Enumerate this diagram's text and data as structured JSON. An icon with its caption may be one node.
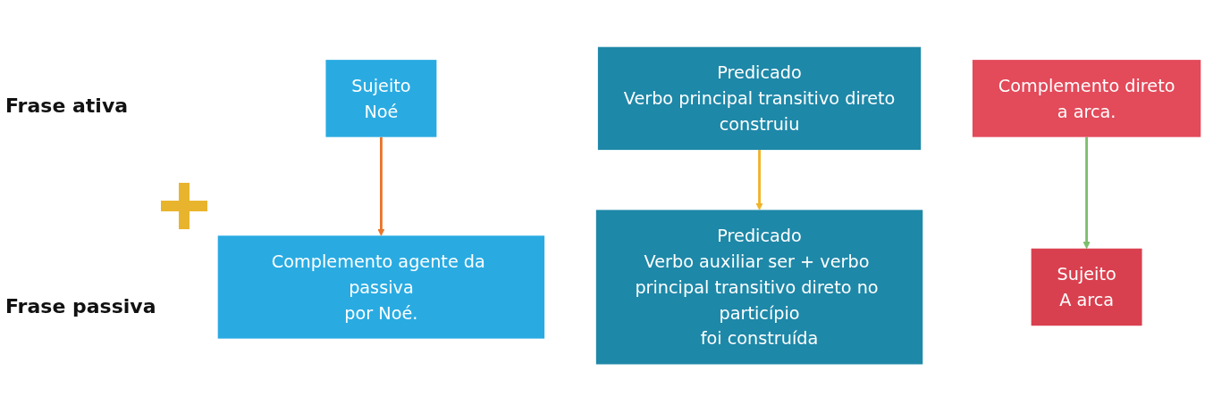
{
  "diagram": {
    "nodes": [
      {
        "text": [
          "Sujeito",
          "Noé"
        ]
      },
      {
        "text": [
          "Predicado",
          "Verbo principal transitivo direto",
          "construiu"
        ]
      },
      {
        "text": [
          "Complemento direto",
          "a arca."
        ]
      },
      {
        "text": [
          "Sujeito",
          "A arca"
        ]
      },
      {
        "text": [
          "Predicado",
          "Verbo auxiliar ser + verbo principal transitivo direto no particípio",
          "foi construída"
        ]
      },
      {
        "text": [
          "Complemento agente da passiva",
          "por Noé."
        ]
      }
    ],
    "edges": [
      {
        "from": 0,
        "to": 5,
        "arrow": "to",
        "color": "#e8762c"
      },
      {
        "from": 2,
        "to": 3,
        "arrow": "to",
        "color": "#7dbe6e"
      },
      {
        "from": 1,
        "to": 4,
        "arrow": "to",
        "color": "#f0b429"
      }
    ],
    "labels": [
      "Frase ativa",
      "Frase passiva"
    ]
  }
}
